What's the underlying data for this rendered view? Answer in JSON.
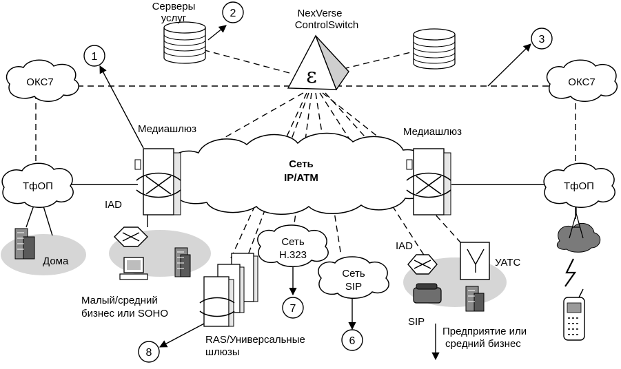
{
  "labels": {
    "service_servers": [
      "Серверы",
      "услуг"
    ],
    "control_switch": [
      "NexVerse",
      "ControlSwitch"
    ],
    "oks7_left": "ОКС7",
    "oks7_right": "ОКС7",
    "mediagateway_left": "Медиашлюз",
    "mediagateway_right": "Медиашлюз",
    "core_network": [
      "Сеть",
      "IP/ATM"
    ],
    "pstn_left": "ТфОП",
    "pstn_right": "ТфОП",
    "iad_left": "IAD",
    "iad_right": "IAD",
    "homes": "Дома",
    "small_business": [
      "Малый/средний",
      "бизнес или SOHO"
    ],
    "h323_network": [
      "Сеть",
      "H.323"
    ],
    "sip_network": [
      "Сеть",
      "SIP"
    ],
    "uatc": "УАТС",
    "sip": "SIP",
    "enterprise": [
      "Предприятие или",
      "средний бизнес"
    ],
    "ras_gateways": [
      "RAS/Универсальные",
      "шлюзы"
    ]
  },
  "callouts": [
    "1",
    "2",
    "3",
    "6",
    "7",
    "8"
  ],
  "icons": [
    "database-icon",
    "switch-icon",
    "mediagateway-icon",
    "router-icon",
    "computer-icon",
    "building-icon",
    "phone-icon",
    "radio-tower-icon",
    "mobile-phone-icon",
    "pbx-icon"
  ]
}
